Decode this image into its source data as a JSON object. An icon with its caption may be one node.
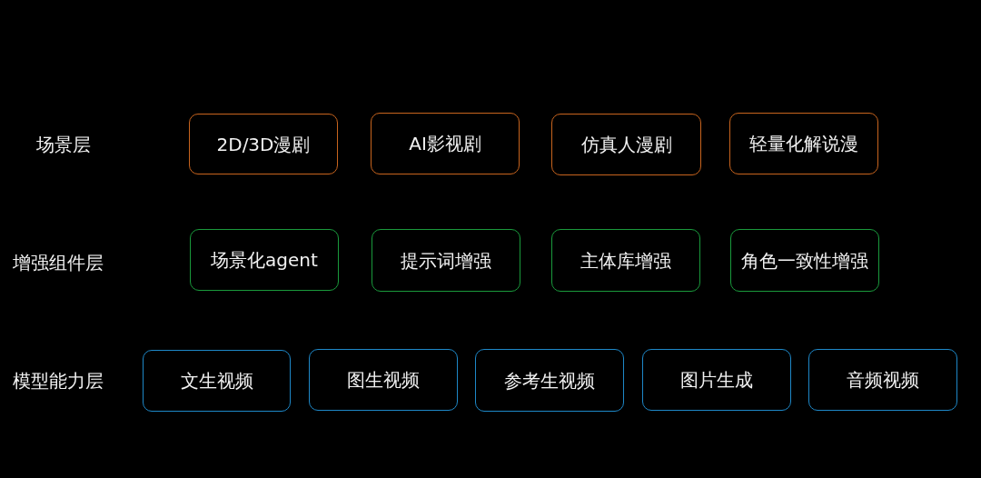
{
  "diagram": {
    "nodes": [
      {
        "text": [
          "2D/3D漫剧"
        ]
      },
      {
        "text": [
          "AI影视剧"
        ]
      },
      {
        "text": [
          "仿真人漫剧"
        ]
      },
      {
        "text": [
          "轻量化解说漫"
        ]
      },
      {
        "text": [
          "场景化agent"
        ]
      },
      {
        "text": [
          "提示词增强"
        ]
      },
      {
        "text": [
          "主体库增强"
        ]
      },
      {
        "text": [
          "角色一致性增强"
        ]
      },
      {
        "text": [
          "文生视频"
        ]
      },
      {
        "text": [
          "图生视频"
        ]
      },
      {
        "text": [
          "参考生视频"
        ]
      },
      {
        "text": [
          "图片生成"
        ]
      },
      {
        "text": [
          "音频视频"
        ]
      }
    ],
    "labels": [
      "场景层",
      "增强组件层",
      "模型能力层"
    ]
  }
}
